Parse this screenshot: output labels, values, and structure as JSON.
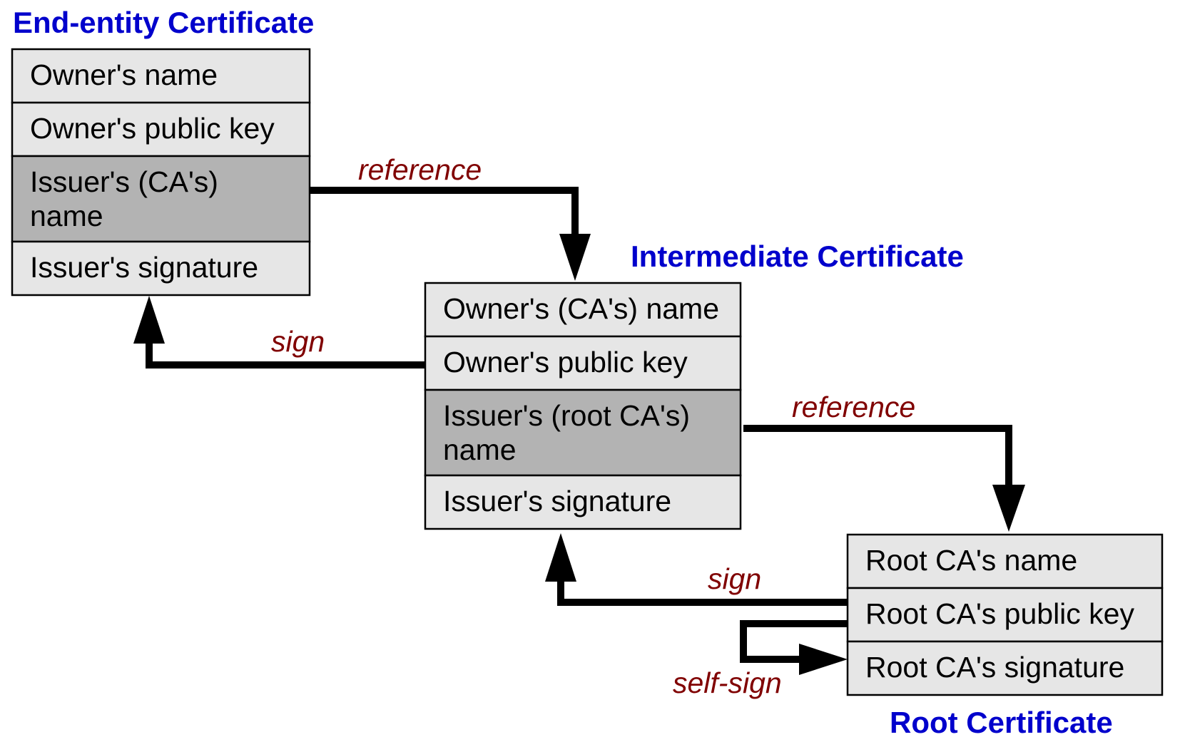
{
  "colors": {
    "title": "#0000cc",
    "connector_label": "#800000",
    "field_light": "#e6e6e6",
    "field_dark": "#b3b3b3",
    "line": "#000000",
    "background": "#ffffff"
  },
  "end_entity": {
    "title": "End-entity Certificate",
    "fields": [
      "Owner's name",
      "Owner's public key",
      "Issuer's (CA's)\nname",
      "Issuer's signature"
    ]
  },
  "intermediate": {
    "title": "Intermediate Certificate",
    "fields": [
      "Owner's (CA's) name",
      "Owner's public key",
      "Issuer's (root CA's)\nname",
      "Issuer's signature"
    ]
  },
  "root": {
    "title": "Root Certificate",
    "fields": [
      "Root CA's name",
      "Root CA's public key",
      "Root CA's signature"
    ]
  },
  "connectors": {
    "reference_1": "reference",
    "sign_1": "sign",
    "reference_2": "reference",
    "sign_2": "sign",
    "self_sign": "self-sign"
  },
  "icons": {
    "arrow": "arrow-icon"
  }
}
